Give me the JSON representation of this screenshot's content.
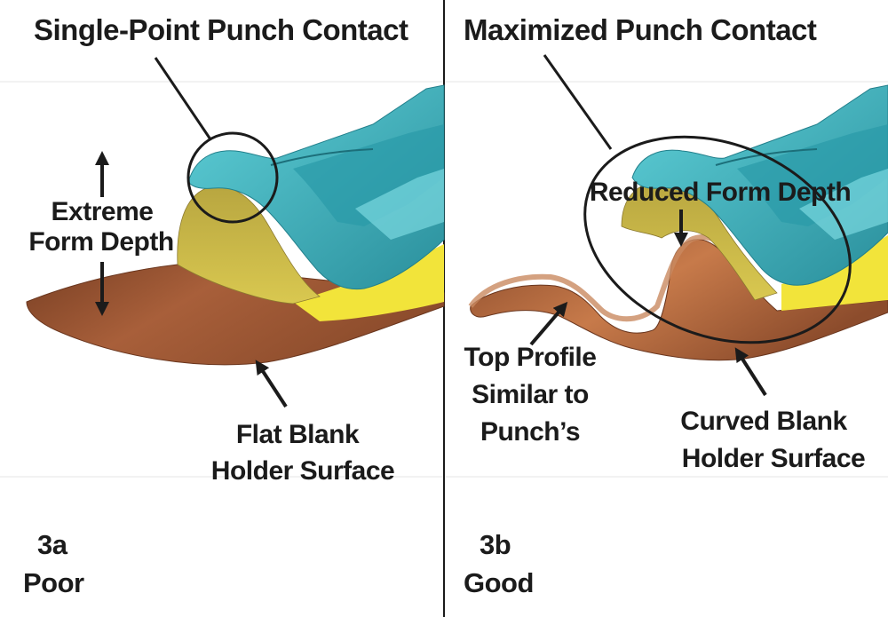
{
  "left_panel": {
    "title": "Single-Point Punch Contact",
    "depth_label": [
      "Extreme",
      "Form Depth"
    ],
    "surface_label": [
      "Flat Blank",
      "Holder Surface"
    ],
    "figure_number": "3a",
    "rating": "Poor"
  },
  "right_panel": {
    "title": "Maximized Punch Contact",
    "depth_label": "Reduced Form Depth",
    "profile_label": [
      "Top Profile",
      "Similar to",
      "Punch’s"
    ],
    "surface_label": [
      "Curved Blank",
      "Holder Surface"
    ],
    "figure_number": "3b",
    "rating": "Good"
  },
  "colors": {
    "punch": "#3fb8c4",
    "punch_dark": "#2a8f9c",
    "blank_holder": "#a85f3a",
    "blank_shadow": "#7a4024",
    "form_yellow": "#f2e43a",
    "form_olive": "#c9b84a",
    "text": "#1b1b1b",
    "divider": "#1b1b1b"
  }
}
